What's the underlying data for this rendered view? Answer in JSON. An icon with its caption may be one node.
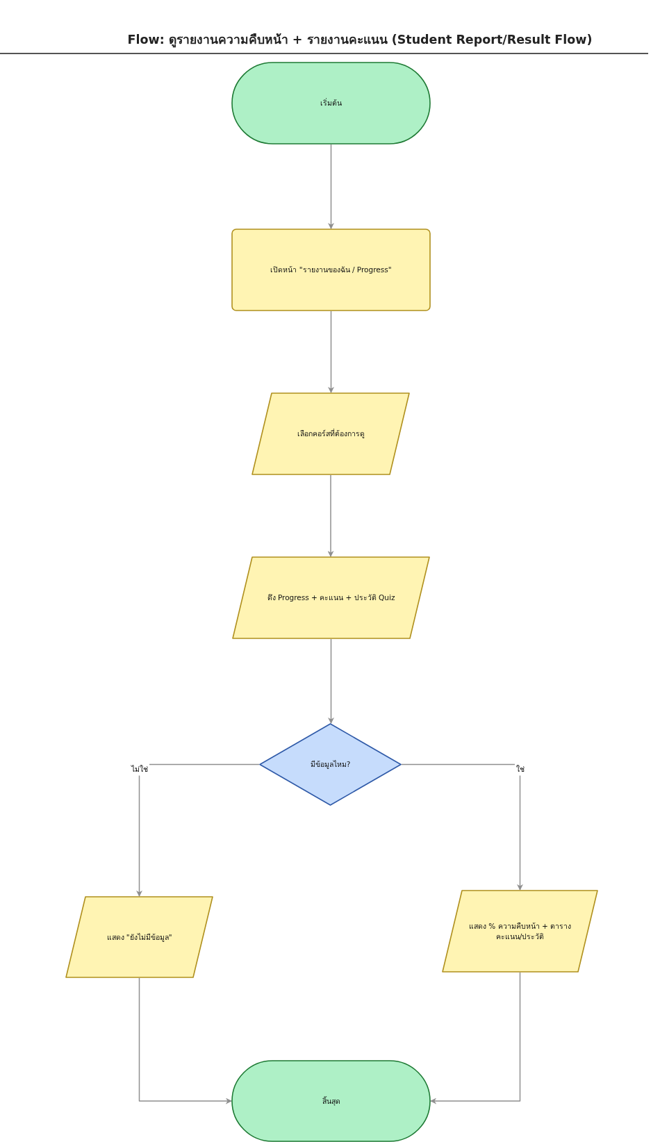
{
  "diagram": {
    "title": "Flow: ดูรายงานความคืบหน้า + รายงานคะแนน (Student Report/Result Flow)",
    "nodes": [
      {
        "text": [
          "เริ่มต้น"
        ]
      },
      {
        "text": [
          "เปิดหน้า \"รายงานของฉัน / Progress\""
        ]
      },
      {
        "text": [
          "เลือกคอร์สที่ต้องการดู"
        ]
      },
      {
        "text": [
          "ดึง Progress + คะแนน + ประวัติ Quiz"
        ]
      },
      {
        "text": [
          "มีข้อมูลไหม?"
        ]
      },
      {
        "text": [
          "แสดง \"ยังไม่มีข้อมูล\""
        ]
      },
      {
        "text": [
          "แสดง % ความคืบหน้า + ตารางคะแนน/ประวัติ"
        ]
      },
      {
        "text": [
          "สิ้นสุด"
        ]
      }
    ],
    "edges": [
      {
        "from": 0,
        "to": 1,
        "arrow": "to"
      },
      {
        "from": 1,
        "to": 2,
        "arrow": "to"
      },
      {
        "from": 2,
        "to": 3,
        "arrow": "to"
      },
      {
        "from": 3,
        "to": 4,
        "arrow": "to"
      },
      {
        "from": 4,
        "to": 5,
        "arrow": "to",
        "label": "ไม่ใช่"
      },
      {
        "from": 4,
        "to": 6,
        "arrow": "to",
        "label": "ใช่"
      },
      {
        "from": 5,
        "to": 7,
        "arrow": "to"
      },
      {
        "from": 6,
        "to": 7,
        "arrow": "to"
      }
    ]
  }
}
